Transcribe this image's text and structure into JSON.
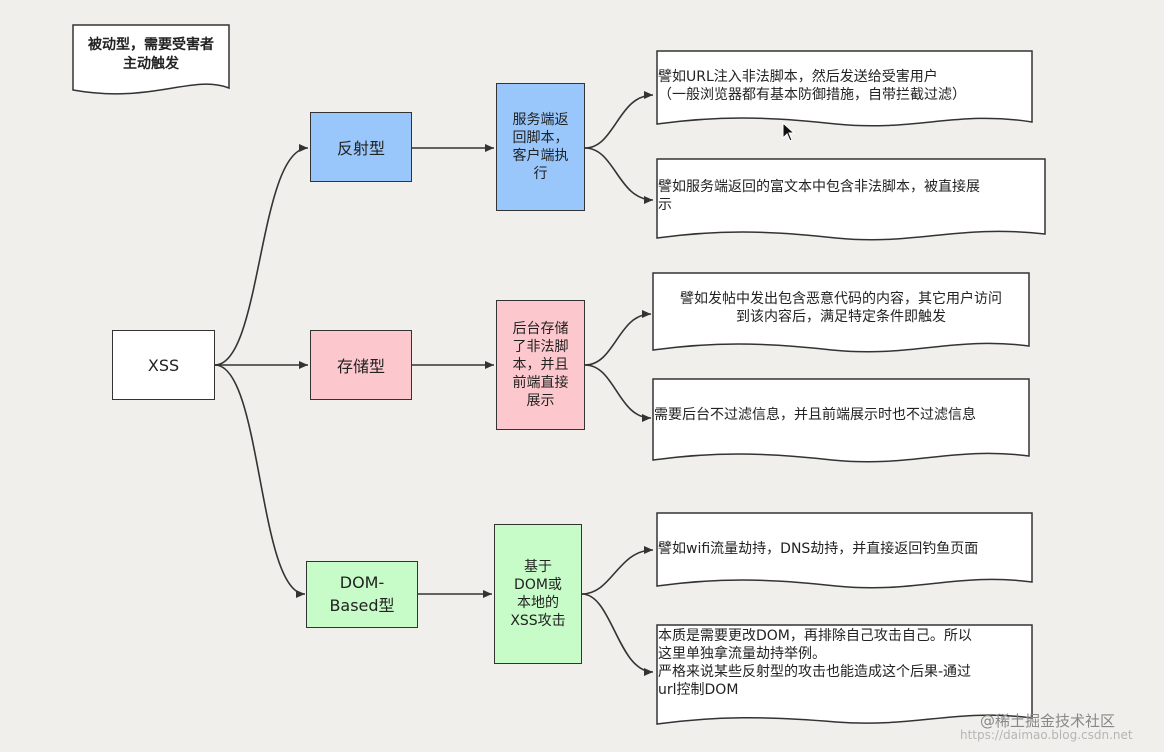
{
  "note": {
    "text": "被动型，需要受害者\n主动触发"
  },
  "root": {
    "label": "XSS"
  },
  "types": [
    {
      "label": "反射型",
      "color": "#99c7fb",
      "desc": "服务端返\n回脚本，\n客户端执\n行",
      "descColor": "#99c7fb",
      "examples": [
        "譬如URL注入非法脚本，然后发送给受害用户\n（一般浏览器都有基本防御措施，自带拦截过滤）",
        "譬如服务端返回的富文本中包含非法脚本，被直接展\n示"
      ]
    },
    {
      "label": "存储型",
      "color": "#fcc8ce",
      "desc": "后台存储\n了非法脚\n本，并且\n前端直接\n展示",
      "descColor": "#fcc8ce",
      "examples": [
        "譬如发帖中发出包含恶意代码的内容，其它用户访问\n到该内容后，满足特定条件即触发",
        "需要后台不过滤信息，并且前端展示时也不过滤信息"
      ]
    },
    {
      "label": "DOM-\nBased型",
      "color": "#c7fcc8",
      "desc": "基于\nDOM或\n本地的\nXSS攻击",
      "descColor": "#c7fcc8",
      "examples": [
        "譬如wifi流量劫持，DNS劫持，并直接返回钓鱼页面",
        "本质是需要更改DOM，再排除自己攻击自己。所以\n这里单独拿流量劫持举例。\n严格来说某些反射型的攻击也能造成这个后果-通过\nurl控制DOM"
      ]
    }
  ],
  "watermark": {
    "text": "@稀土掘金技术社区",
    "url_text": "https://daimao.blog.csdn.net"
  }
}
